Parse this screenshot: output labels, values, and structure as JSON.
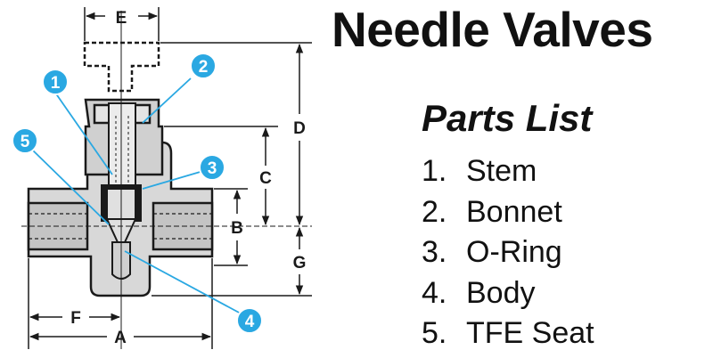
{
  "title": "Needle Valves",
  "parts_list": {
    "heading": "Parts List",
    "items": [
      {
        "number": "1.",
        "name": "Stem"
      },
      {
        "number": "2.",
        "name": "Bonnet"
      },
      {
        "number": "3.",
        "name": "O-Ring"
      },
      {
        "number": "4.",
        "name": "Body"
      },
      {
        "number": "5.",
        "name": "TFE Seat"
      }
    ]
  },
  "diagram": {
    "dimension_labels": {
      "A": "A",
      "B": "B",
      "C": "C",
      "D": "D",
      "E": "E",
      "F": "F",
      "G": "G"
    },
    "callouts": [
      "1",
      "2",
      "3",
      "4",
      "5"
    ]
  },
  "colors": {
    "callout": "#2aa8e2",
    "body_fill": "#d8d8d8",
    "outline": "#1a1a1a"
  }
}
